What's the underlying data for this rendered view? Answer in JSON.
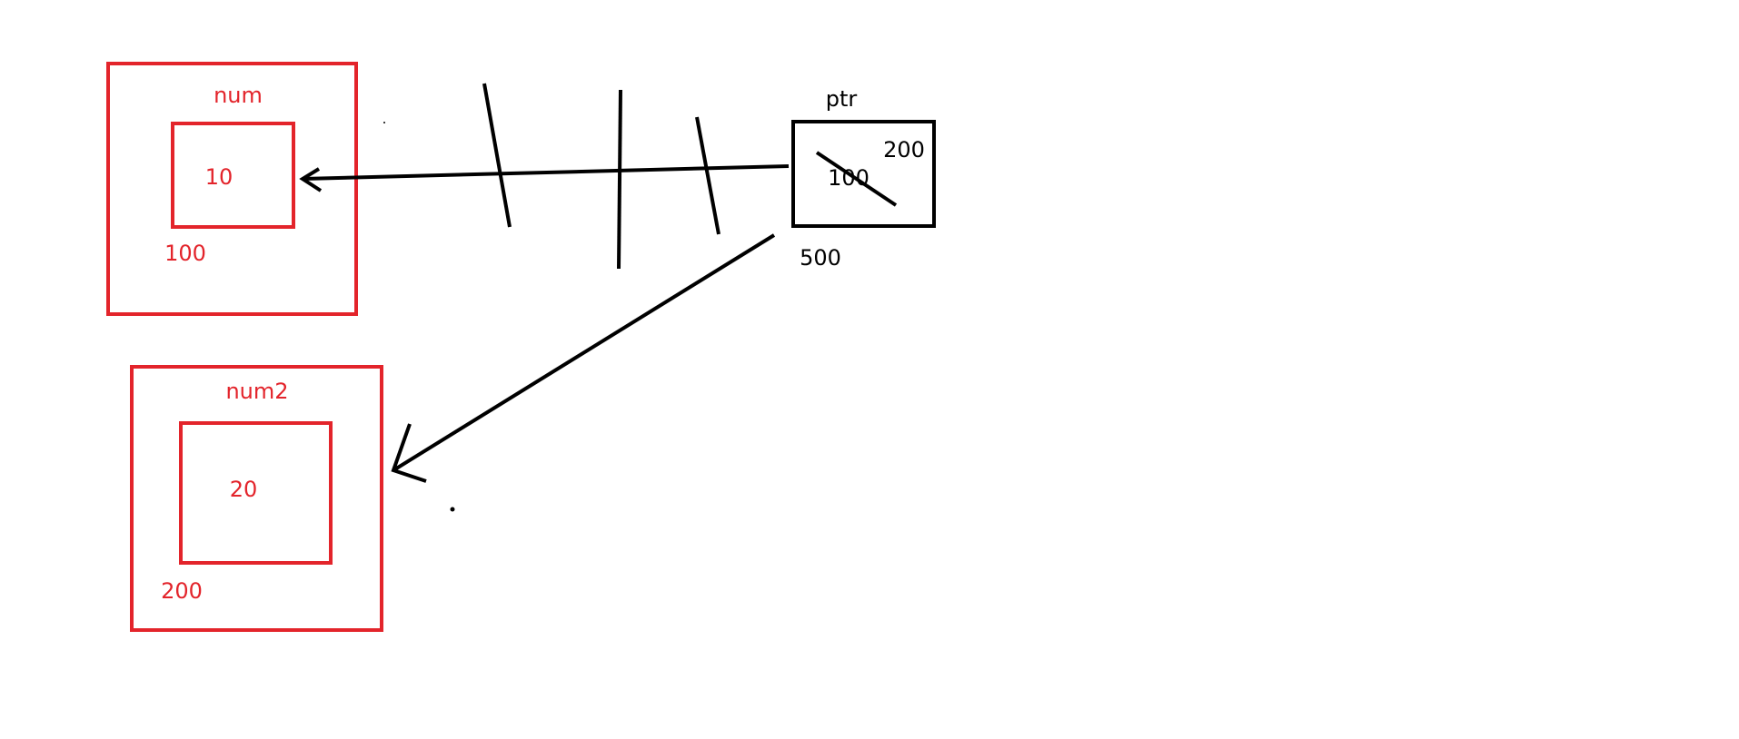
{
  "colors": {
    "red": "#e3242b",
    "black": "#000000"
  },
  "num": {
    "name": "num",
    "value": "10",
    "address": "100"
  },
  "num2": {
    "name": "num2",
    "value": "20",
    "address": "200"
  },
  "ptr": {
    "name": "ptr",
    "old_value": "100",
    "new_value": "200",
    "address": "500"
  }
}
